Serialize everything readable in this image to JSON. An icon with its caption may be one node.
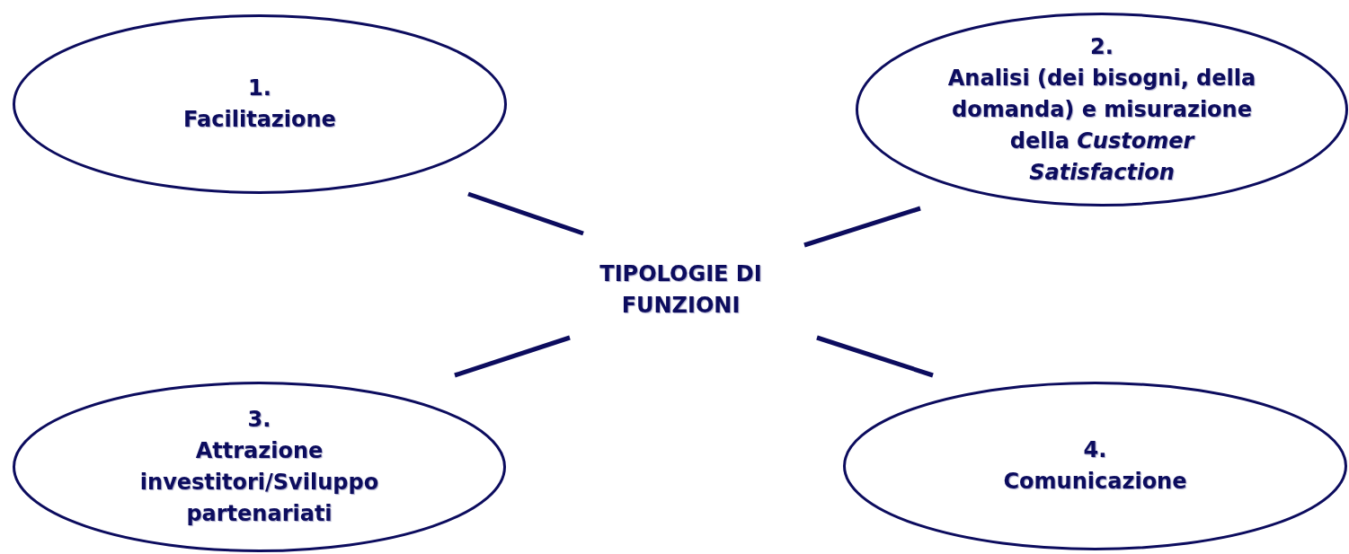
{
  "diagram": {
    "nodes": [
      {
        "text": [
          "TIPOLOGIE DI FUNZIONI"
        ]
      },
      {
        "text": [
          "1.",
          "Facilitazione"
        ]
      },
      {
        "text": [
          "2.",
          "Analisi (dei bisogni, della domanda) e misurazione della *Customer Satisfaction*"
        ]
      },
      {
        "text": [
          "3.",
          "Attrazione investitori/Sviluppo partenariati"
        ]
      },
      {
        "text": [
          "4.",
          "Comunicazione"
        ]
      }
    ],
    "edges": [
      {
        "from": 0,
        "to": 1,
        "arrow": "none"
      },
      {
        "from": 0,
        "to": 2,
        "arrow": "none"
      },
      {
        "from": 0,
        "to": 3,
        "arrow": "none"
      },
      {
        "from": 0,
        "to": 4,
        "arrow": "none"
      }
    ]
  }
}
